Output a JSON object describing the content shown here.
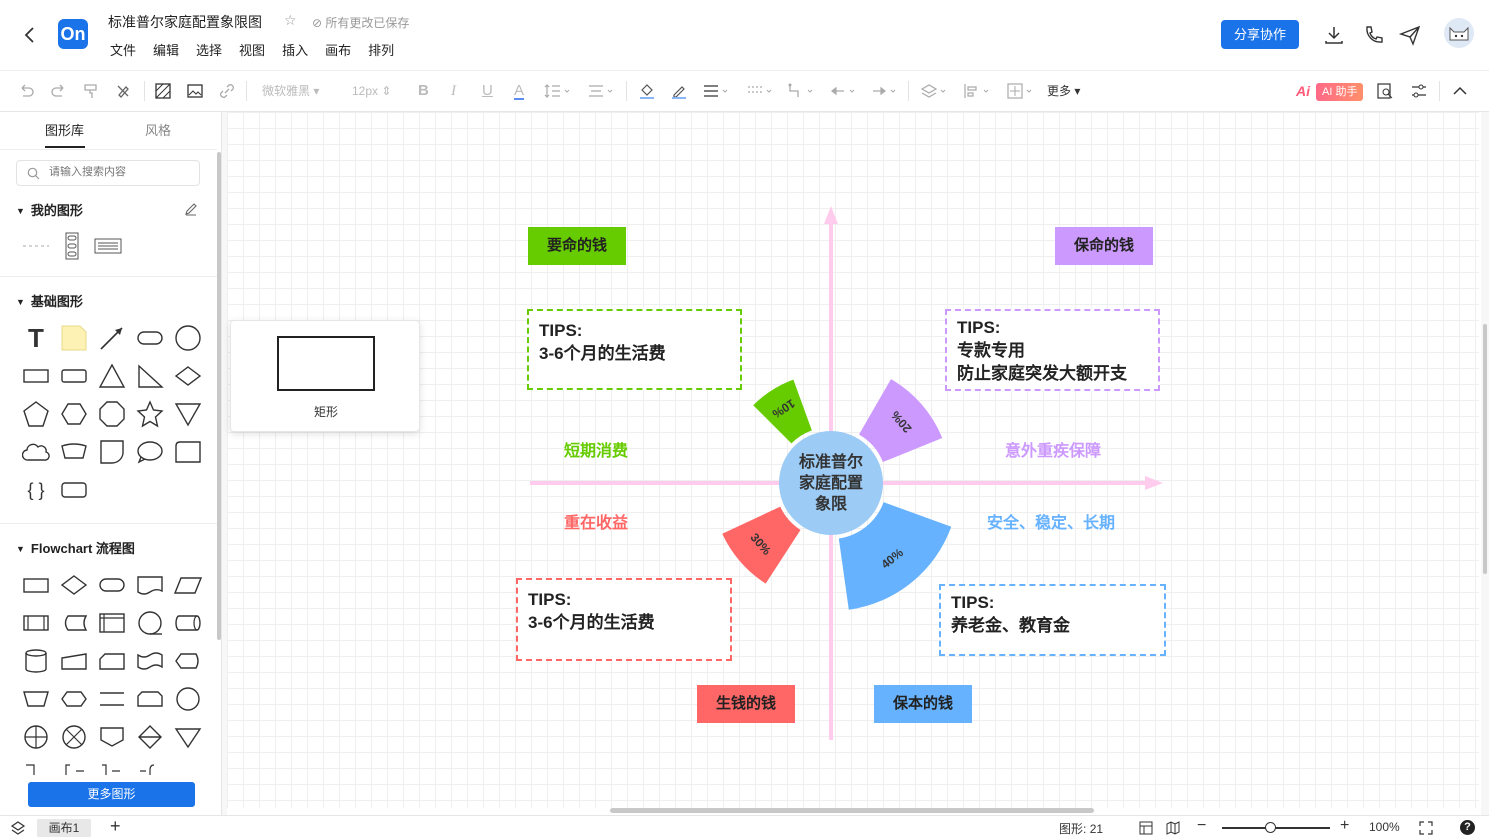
{
  "header": {
    "doc_title": "标准普尔家庭配置象限图",
    "saved_status": "所有更改已保存",
    "logo_text": "On",
    "menu": [
      "文件",
      "编辑",
      "选择",
      "视图",
      "插入",
      "画布",
      "排列"
    ],
    "share_button": "分享协作"
  },
  "toolbar": {
    "font_name": "微软雅黑",
    "font_size": "12px",
    "more": "更多",
    "ai_label": "AI 助手"
  },
  "sidebar": {
    "tabs": [
      "图形库",
      "风格"
    ],
    "search_placeholder": "请输入搜索内容",
    "my_shapes_title": "我的图形",
    "basic_shapes_title": "基础图形",
    "flowchart_title": "Flowchart 流程图",
    "more_shapes_button": "更多图形"
  },
  "popup": {
    "label": "矩形"
  },
  "diagram": {
    "center": [
      "标准普尔",
      "家庭配置",
      "象限"
    ],
    "quadrants": {
      "top_left": {
        "tag": "要命的钱",
        "tips_title": "TIPS:",
        "tips_lines": [
          "3-6个月的生活费"
        ],
        "label": "短期消费",
        "percent": "10%",
        "color": "#66cc00"
      },
      "top_right": {
        "tag": "保命的钱",
        "tips_title": "TIPS:",
        "tips_lines": [
          "专款专用",
          "防止家庭突发大额开支"
        ],
        "label": "意外重疾保障",
        "percent": "20%",
        "color": "#cc99ff"
      },
      "bottom_left": {
        "tag": "生钱的钱",
        "tips_title": "TIPS:",
        "tips_lines": [
          "3-6个月的生活费"
        ],
        "label": "重在收益",
        "percent": "30%",
        "color": "#ff6666"
      },
      "bottom_right": {
        "tag": "保本的钱",
        "tips_title": "TIPS:",
        "tips_lines": [
          "养老金、教育金"
        ],
        "label": "安全、稳定、长期",
        "percent": "40%",
        "color": "#66b2ff"
      }
    },
    "axis_color": "#ffccee"
  },
  "statusbar": {
    "page_tab": "画布1",
    "shape_count_label": "图形:",
    "shape_count": "21",
    "zoom": "100%"
  }
}
